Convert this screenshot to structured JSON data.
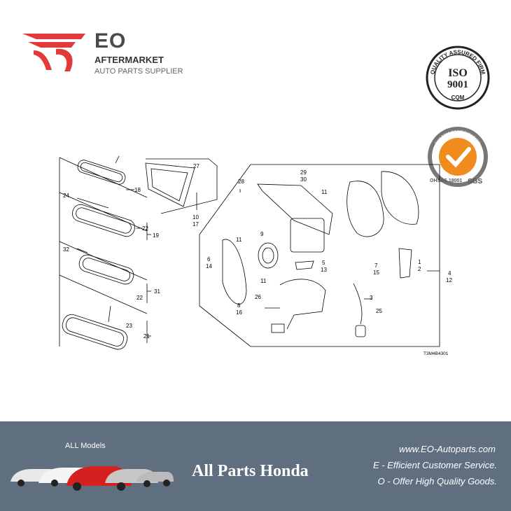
{
  "brand": {
    "name": "EO",
    "line1": "AFTERMARKET",
    "line2": "AUTO PARTS SUPPLIER",
    "accent_color": "#e23a3a"
  },
  "badges": {
    "iso": {
      "ring_text": "QUALITY ASSURED FIRM",
      "line1": "ISO",
      "line2": "9001",
      "mark": "CQM"
    },
    "sgs": {
      "ring_text": "SYSTEM CERTIFICATION",
      "side_text": "OHSAS 18001",
      "mark": "SGS"
    }
  },
  "diagram": {
    "drawing_code": "T3M4B4301",
    "callouts": {
      "n18": "18",
      "n24": "24",
      "n22a": "22",
      "n19": "19",
      "n32": "32",
      "n31": "31",
      "n22b": "22",
      "n23": "23",
      "n21": "21",
      "n27": "27",
      "n10": "10",
      "n17": "17",
      "n28": "28",
      "n29": "29",
      "n30": "30",
      "n11a": "11",
      "n11b": "11",
      "n9": "9",
      "n6": "6",
      "n14": "14",
      "n5": "5",
      "n13": "13",
      "n11c": "11",
      "n26": "26",
      "n8": "8",
      "n16": "16",
      "n3": "3",
      "n25": "25",
      "n7": "7",
      "n15": "15",
      "n1": "1",
      "n2": "2",
      "n4": "4",
      "n12": "12"
    }
  },
  "footer": {
    "models_label": "ALL Models",
    "title": "All Parts Honda",
    "url": "www.EO-Autoparts.com",
    "slogan_e": "E - Efficient Customer Service.",
    "slogan_o": "O - Offer High Quality Goods.",
    "bg_color": "#5f6f80"
  }
}
